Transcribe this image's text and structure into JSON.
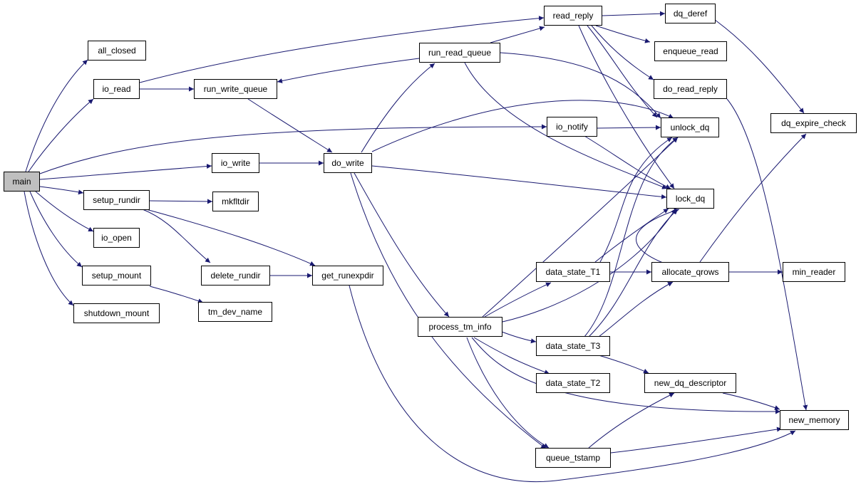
{
  "colors": {
    "edge": "#191970",
    "node_border": "#000000",
    "node_fill": "#ffffff",
    "root_fill": "#bfbfbf"
  },
  "nodes": {
    "main": "main",
    "all_closed": "all_closed",
    "io_read": "io_read",
    "run_write_queue": "run_write_queue",
    "run_read_queue": "run_read_queue",
    "read_reply": "read_reply",
    "dq_deref": "dq_deref",
    "enqueue_read": "enqueue_read",
    "do_read_reply": "do_read_reply",
    "unlock_dq": "unlock_dq",
    "dq_expire_check": "dq_expire_check",
    "io_notify": "io_notify",
    "io_write": "io_write",
    "do_write": "do_write",
    "lock_dq": "lock_dq",
    "setup_rundir": "setup_rundir",
    "mkfltdir": "mkfltdir",
    "io_open": "io_open",
    "setup_mount": "setup_mount",
    "delete_rundir": "delete_rundir",
    "get_runexpdir": "get_runexpdir",
    "shutdown_mount": "shutdown_mount",
    "tm_dev_name": "tm_dev_name",
    "data_state_T1": "data_state_T1",
    "allocate_qrows": "allocate_qrows",
    "min_reader": "min_reader",
    "process_tm_info": "process_tm_info",
    "data_state_T3": "data_state_T3",
    "data_state_T2": "data_state_T2",
    "new_dq_descriptor": "new_dq_descriptor",
    "new_memory": "new_memory",
    "queue_tstamp": "queue_tstamp"
  }
}
